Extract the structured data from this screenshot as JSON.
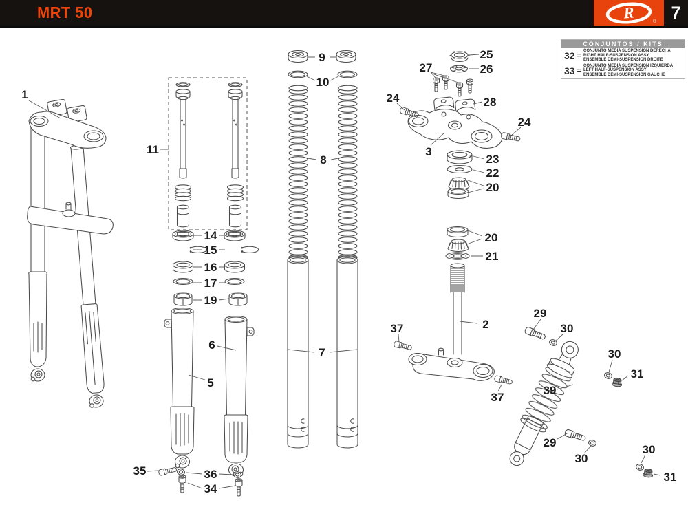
{
  "header": {
    "title": "MRT 50",
    "page_number": "7",
    "brand_letter": "R",
    "brand_registered": "®"
  },
  "kits_table": {
    "title": "CONJUNTOS / KITS",
    "rows": [
      {
        "id": "32",
        "eq": "=",
        "lines": [
          "CONJUNTO MEDIA SUSPENSION DERECHA",
          "RIGHT HALF-SUSPENSION ASSY",
          "ENSEMBLE DEMI-SUSPENSION DROITE"
        ]
      },
      {
        "id": "33",
        "eq": "=",
        "lines": [
          "CONJUNTO MEDIA SUSPENSION IZQUIERDA",
          "LEFT HALF-SUSPENSION ASSY",
          "ENSEMBLE DEMI-SUSPENSION GAUCHE"
        ]
      }
    ]
  },
  "callouts": [
    {
      "label": "1"
    },
    {
      "label": "11"
    },
    {
      "label": "14"
    },
    {
      "label": "15"
    },
    {
      "label": "16"
    },
    {
      "label": "17"
    },
    {
      "label": "19"
    },
    {
      "label": "6"
    },
    {
      "label": "5"
    },
    {
      "label": "35"
    },
    {
      "label": "36"
    },
    {
      "label": "34"
    },
    {
      "label": "9"
    },
    {
      "label": "10"
    },
    {
      "label": "8"
    },
    {
      "label": "7"
    },
    {
      "label": "25"
    },
    {
      "label": "26"
    },
    {
      "label": "27"
    },
    {
      "label": "28"
    },
    {
      "label": "24"
    },
    {
      "label": "24"
    },
    {
      "label": "3"
    },
    {
      "label": "23"
    },
    {
      "label": "22"
    },
    {
      "label": "20"
    },
    {
      "label": "20"
    },
    {
      "label": "21"
    },
    {
      "label": "2"
    },
    {
      "label": "37"
    },
    {
      "label": "37"
    },
    {
      "label": "29"
    },
    {
      "label": "30"
    },
    {
      "label": "30"
    },
    {
      "label": "31"
    },
    {
      "label": "39"
    },
    {
      "label": "29"
    },
    {
      "label": "30"
    },
    {
      "label": "30"
    },
    {
      "label": "31"
    }
  ]
}
